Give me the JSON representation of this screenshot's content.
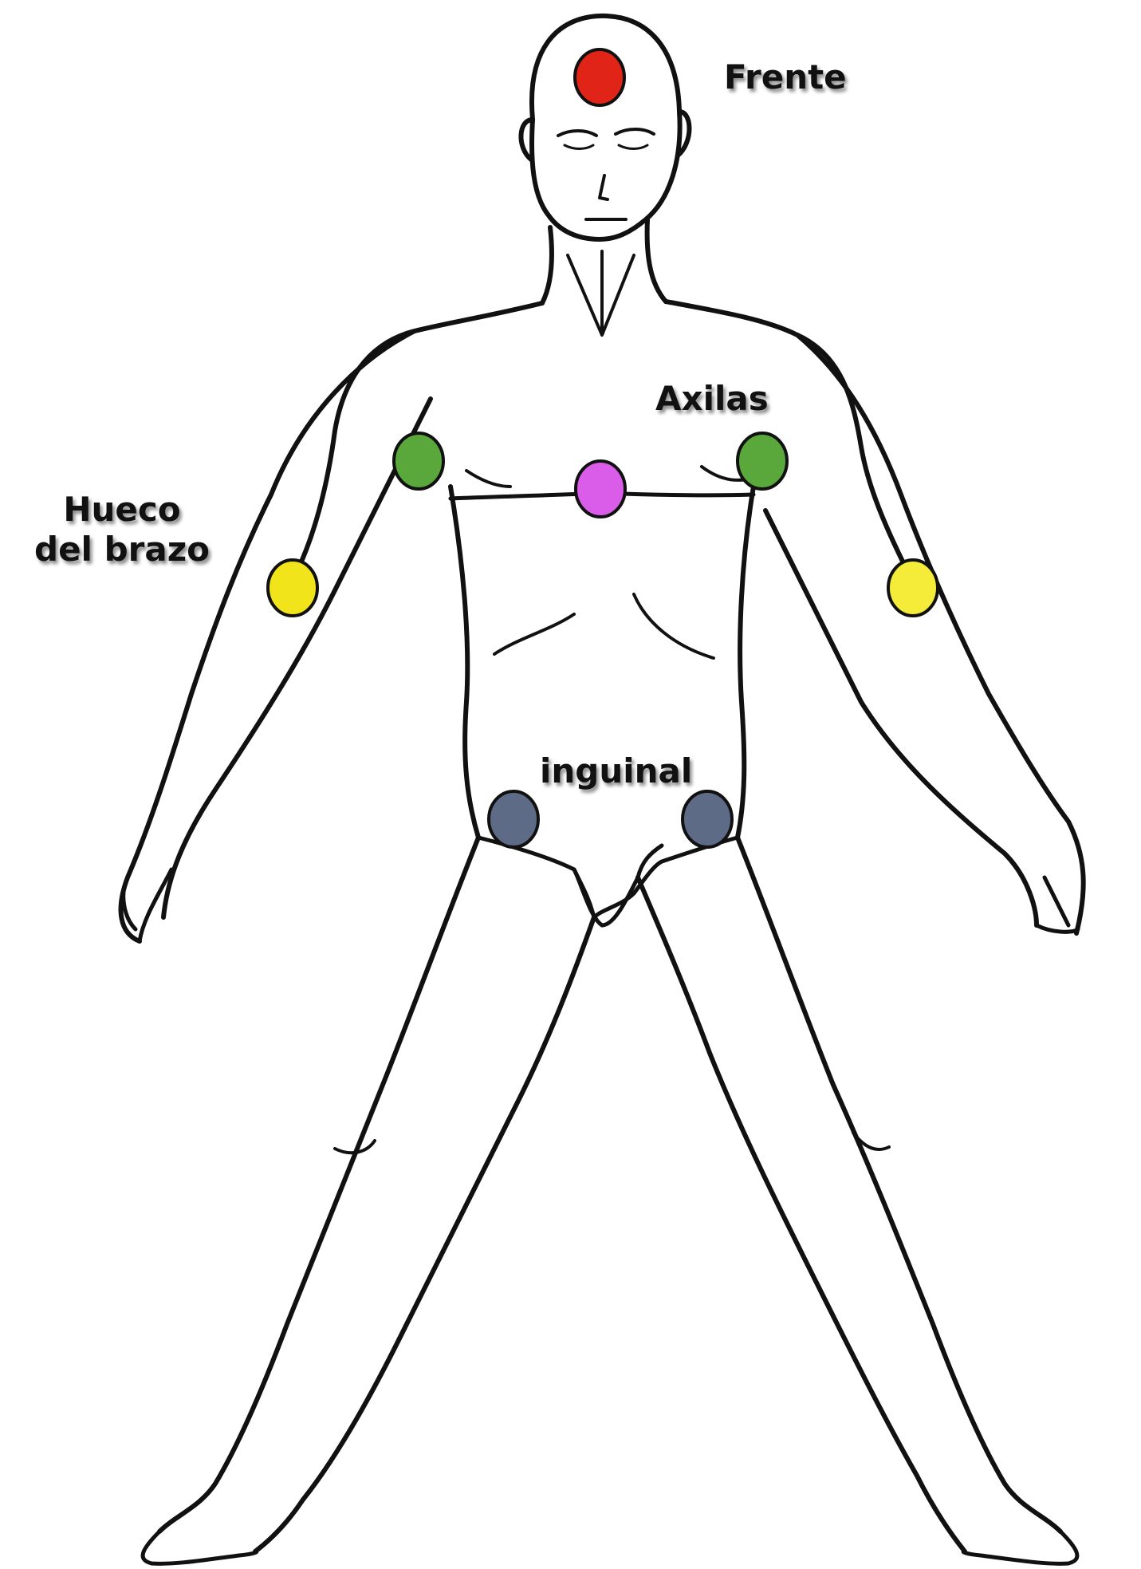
{
  "labels": {
    "frente": "Frente",
    "axilas": "Axilas",
    "hueco_line1": "Hueco",
    "hueco_line2": "del brazo",
    "inguinal": "inguinal"
  },
  "markers": [
    {
      "name": "forehead-marker",
      "color": "#e02418"
    },
    {
      "name": "armpit-right-marker",
      "color": "#5aa83c"
    },
    {
      "name": "armpit-left-marker",
      "color": "#5aa83c"
    },
    {
      "name": "chest-marker",
      "color": "#d95de8"
    },
    {
      "name": "elbow-right-marker",
      "color": "#f2e41a"
    },
    {
      "name": "elbow-left-marker",
      "color": "#f5ec3a"
    },
    {
      "name": "groin-right-marker",
      "color": "#5e6b86"
    },
    {
      "name": "groin-left-marker",
      "color": "#5e6b86"
    }
  ],
  "figure": {
    "line_color": "#111111"
  }
}
